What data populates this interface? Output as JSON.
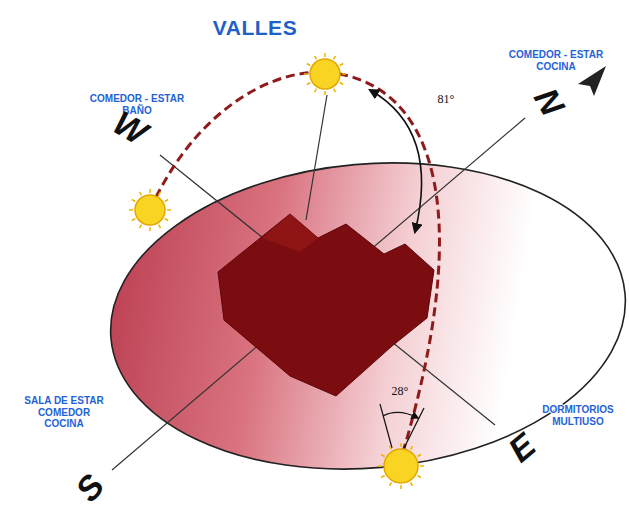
{
  "diagram": {
    "title": "VALLES",
    "labels": [
      "COMEDOR - ESTAR COCINA",
      "COMEDOR - ESTAR BAÑO",
      "W",
      "N",
      "81°",
      "28°",
      "SALA DE ESTAR COMEDOR COCINA",
      "DORMITORIOS MULTIUSO",
      "S",
      "E"
    ]
  }
}
